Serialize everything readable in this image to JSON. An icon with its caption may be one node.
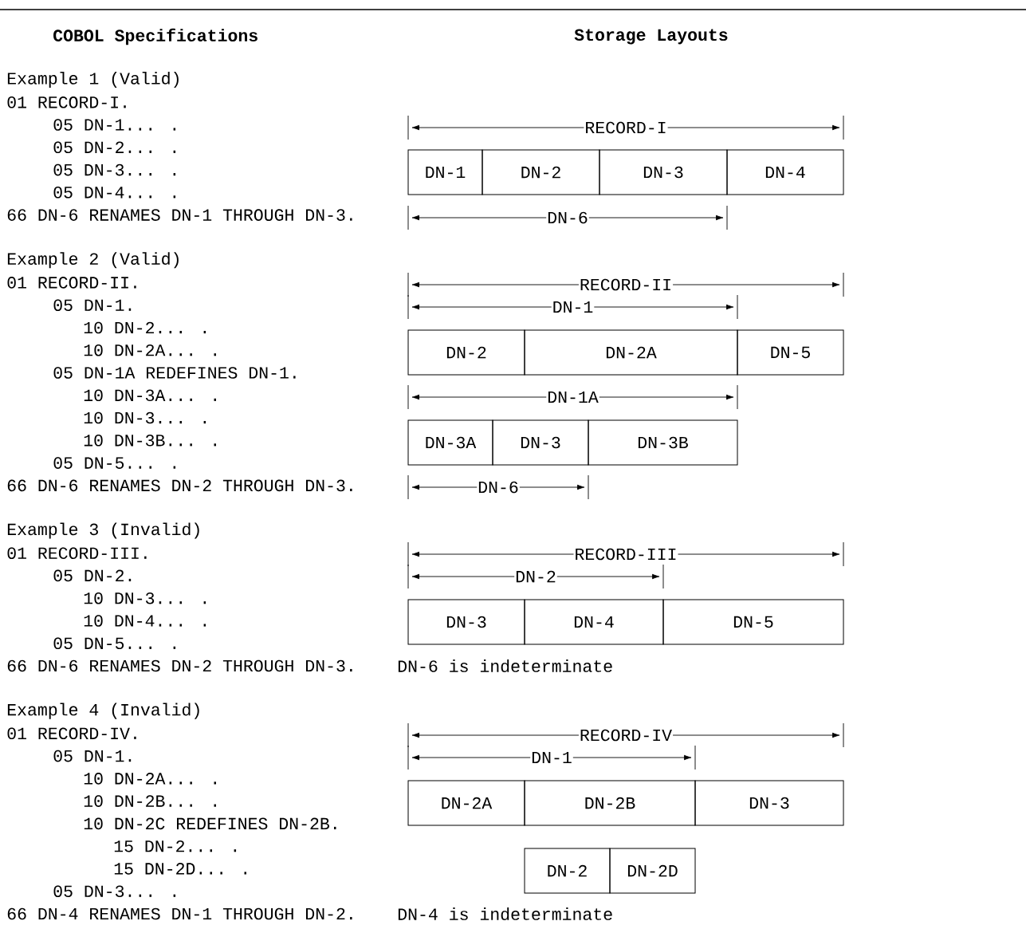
{
  "diagram": {
    "nodes": [
      {
        "text": [
          "DN-1"
        ]
      },
      {
        "text": [
          "DN-2"
        ]
      },
      {
        "text": [
          "DN-3"
        ]
      },
      {
        "text": [
          "DN-4"
        ]
      },
      {
        "text": [
          "DN-2"
        ]
      },
      {
        "text": [
          "DN-2A"
        ]
      },
      {
        "text": [
          "DN-5"
        ]
      },
      {
        "text": [
          "DN-3A"
        ]
      },
      {
        "text": [
          "DN-3"
        ]
      },
      {
        "text": [
          "DN-3B"
        ]
      },
      {
        "text": [
          "DN-3"
        ]
      },
      {
        "text": [
          "DN-4"
        ]
      },
      {
        "text": [
          "DN-5"
        ]
      },
      {
        "text": [
          "DN-2A"
        ]
      },
      {
        "text": [
          "DN-2B"
        ]
      },
      {
        "text": [
          "DN-3"
        ]
      },
      {
        "text": [
          "DN-2"
        ]
      },
      {
        "text": [
          "DN-2D"
        ]
      }
    ],
    "labels": [
      "COBOL Specifications",
      "Storage Layouts",
      "Example 1 (Valid)",
      "01 RECORD-I.",
      "05 DN-1... .",
      "05 DN-2... .",
      "05 DN-3... .",
      "05 DN-4... .",
      "66 DN-6 RENAMES DN-1 THROUGH DN-3.",
      "Example 2 (Valid)",
      "01 RECORD-II.",
      "05 DN-1.",
      "10 DN-2... .",
      "10 DN-2A... .",
      "05 DN-1A REDEFINES DN-1.",
      "10 DN-3A... .",
      "10 DN-3... .",
      "10 DN-3B... .",
      "05 DN-5... .",
      "66 DN-6 RENAMES DN-2 THROUGH DN-3.",
      "Example 3 (Invalid)",
      "01 RECORD-III.",
      "05 DN-2.",
      "10 DN-3... .",
      "10 DN-4... .",
      "05 DN-5... .",
      "66 DN-6 RENAMES DN-2 THROUGH DN-3.",
      "Example 4 (Invalid)",
      "01 RECORD-IV.",
      "05 DN-1.",
      "10 DN-2A... .",
      "10 DN-2B... .",
      "10 DN-2C REDEFINES DN-2B.",
      "15 DN-2... .",
      "15 DN-2D... .",
      "05 DN-3... .",
      "66 DN-4 RENAMES DN-1 THROUGH DN-2.",
      "RECORD-I",
      "DN-6",
      "RECORD-II",
      "DN-1",
      "DN-1A",
      "DN-6",
      "RECORD-III",
      "DN-2",
      "RECORD-IV",
      "DN-1",
      "DN-6 is indeterminate",
      "DN-4 is indeterminate"
    ]
  }
}
